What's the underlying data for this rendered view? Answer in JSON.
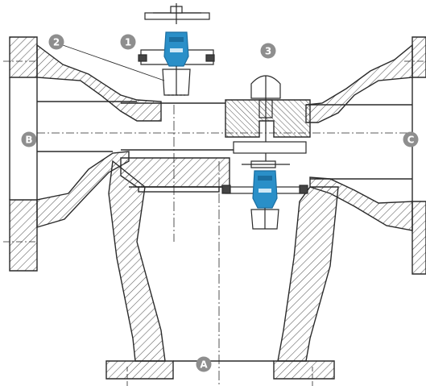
{
  "markers": {
    "m1": "1",
    "m2": "2",
    "m3": "3",
    "mA": "A",
    "mB": "B",
    "mC": "C"
  },
  "colors": {
    "line": "#2a2a2a",
    "hatch": "#555555",
    "marker_fill": "#8e8e8e",
    "marker_text": "#ffffff",
    "valve_blue": "#2a8fc8",
    "valve_blue_dark": "#1b6ea0",
    "background": "#ffffff"
  }
}
